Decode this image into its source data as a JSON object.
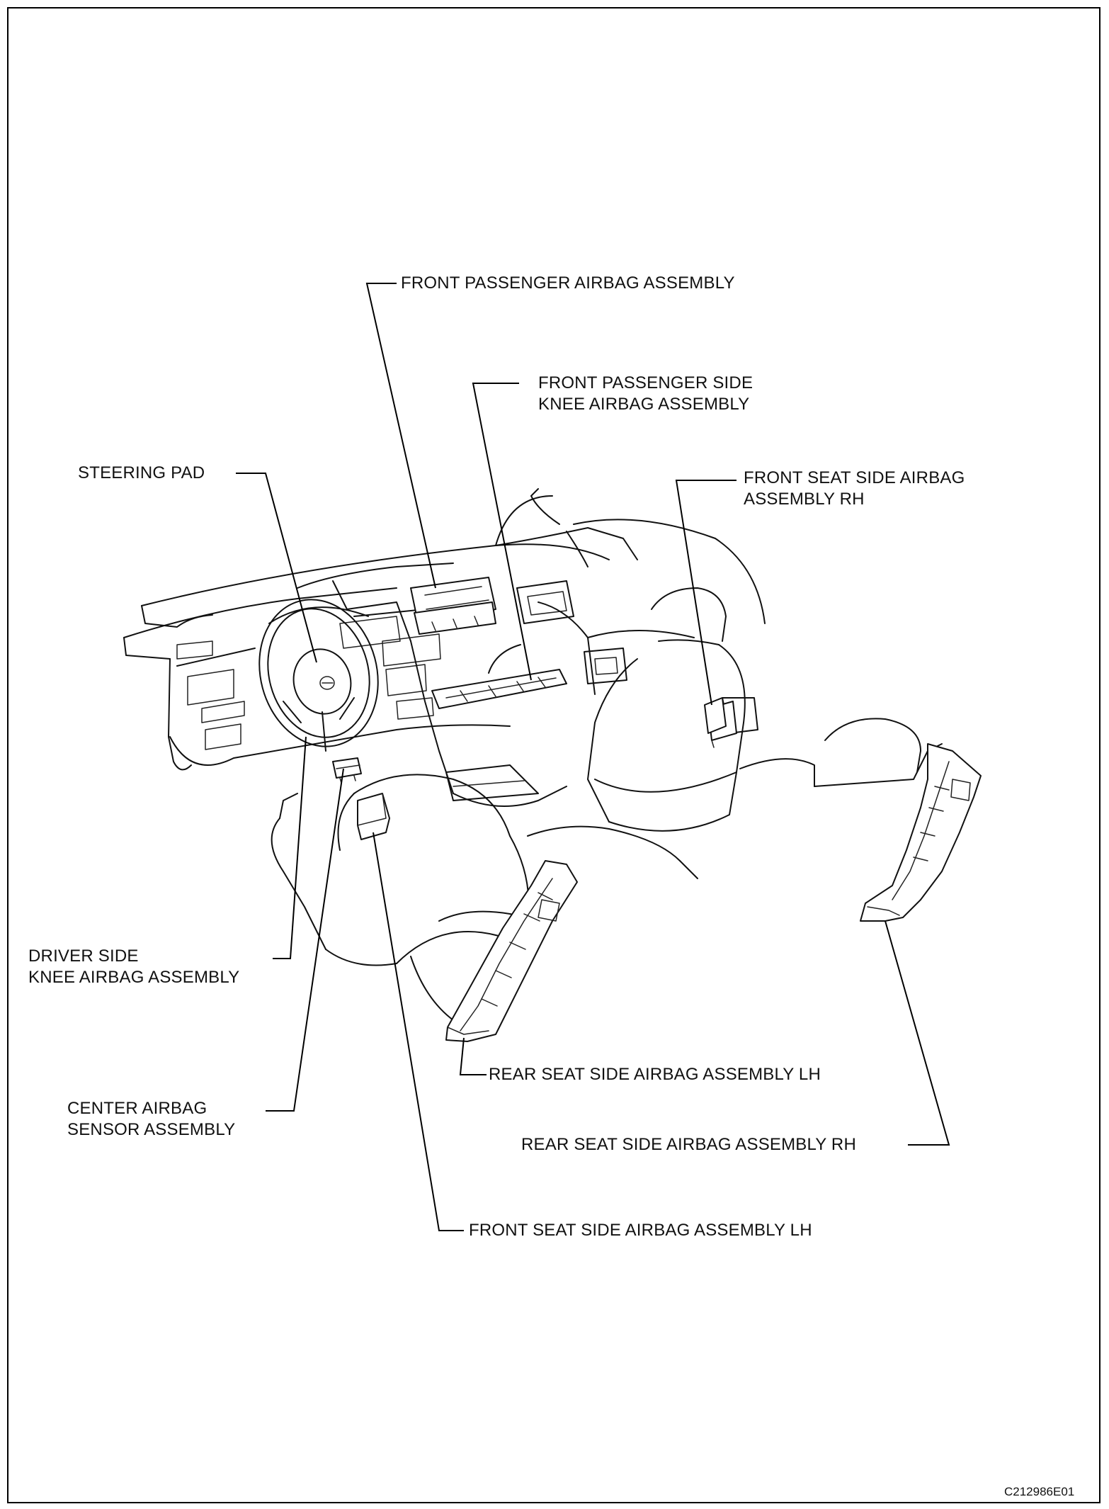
{
  "labels": {
    "front_passenger_airbag": "FRONT PASSENGER AIRBAG ASSEMBLY",
    "front_passenger_knee": "FRONT PASSENGER SIDE\nKNEE AIRBAG ASSEMBLY",
    "steering_pad": "STEERING PAD",
    "front_seat_side_rh": "FRONT SEAT SIDE AIRBAG\nASSEMBLY RH",
    "driver_knee": "DRIVER SIDE\nKNEE AIRBAG ASSEMBLY",
    "center_sensor": "CENTER AIRBAG\nSENSOR ASSEMBLY",
    "rear_seat_side_lh": "REAR SEAT SIDE AIRBAG ASSEMBLY LH",
    "rear_seat_side_rh": "REAR SEAT SIDE AIRBAG ASSEMBLY RH",
    "front_seat_side_lh": "FRONT SEAT SIDE AIRBAG ASSEMBLY LH"
  },
  "figure_code": "C212986E01"
}
